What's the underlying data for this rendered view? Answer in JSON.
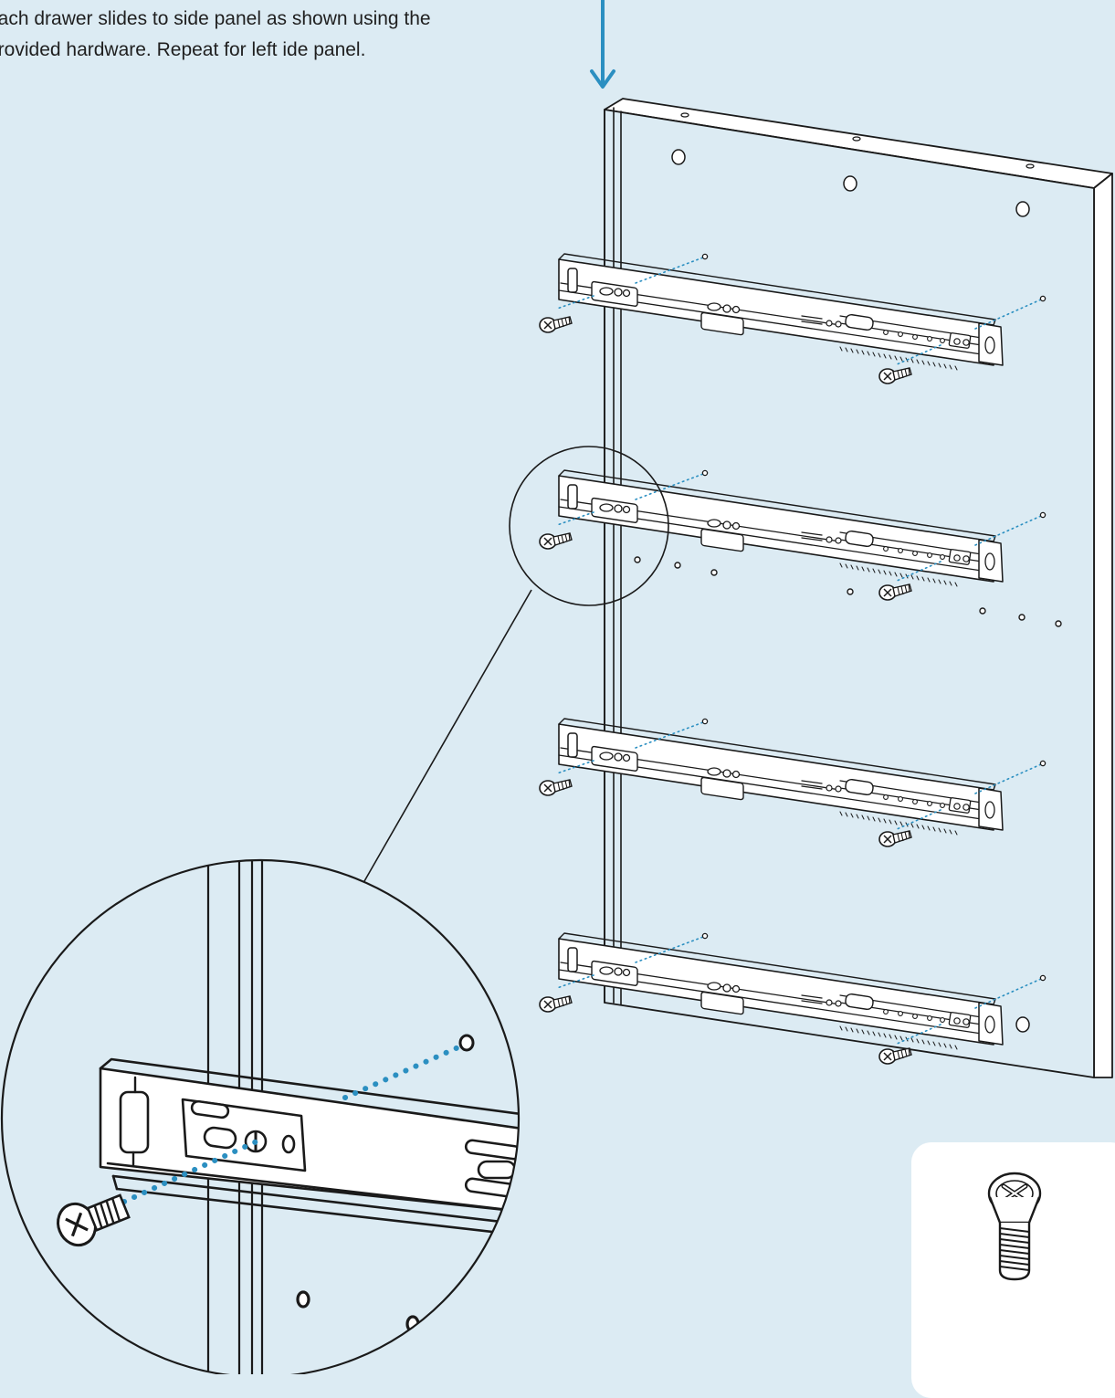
{
  "instruction": {
    "text": "ttach drawer slides to side panel as shown using the provided hardware. Repeat for left ide panel."
  },
  "colors": {
    "background": "#dcebf3",
    "accent_arrow": "#2b8fc1",
    "dotted_guides": "#2b8fc1",
    "line_art": "#1a1a1a",
    "card": "#ffffff"
  },
  "icons": {
    "direction": "down-arrow-icon",
    "fastener": "flat-head-phillips-screw-icon",
    "magnifier": "detail-zoom-circle"
  },
  "slides": {
    "count": 4
  }
}
